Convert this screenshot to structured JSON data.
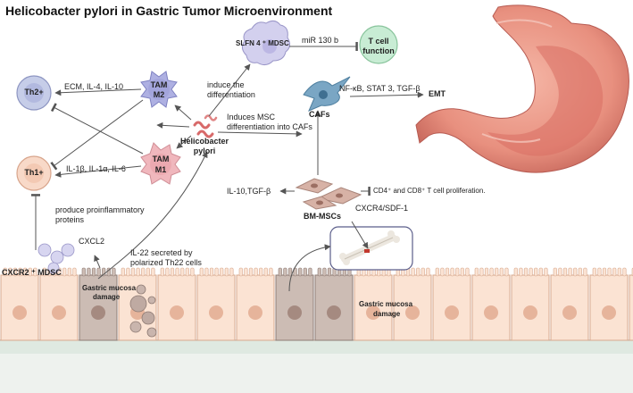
{
  "title": "Helicobacter pylori in Gastric Tumor Microenvironment",
  "cells": {
    "th2": "Th2+",
    "th1": "Th1+",
    "tam_m2_line1": "TAM",
    "tam_m2_line2": "M2",
    "tam_m1_line1": "TAM",
    "tam_m1_line2": "M1",
    "hp_line1": "Helicobacter",
    "hp_line2": "pylori",
    "slfn4": "SLFN 4 ⁺ MDSC",
    "tcell_line1": "T cell",
    "tcell_line2": "function",
    "cafs": "CAFs",
    "bm_mscs": "BM-MSCs",
    "cxcr2": "CXCR2 ⁺ MDSC"
  },
  "labels": {
    "ecm": "ECM, IL-4, IL-10",
    "il1": "IL-1β, IL-1α, IL-6",
    "induce_diff_1": "induce the",
    "induce_diff_2": "differentiation",
    "msc_1": "Induces MSC",
    "msc_2": "differentiation into CAFs",
    "mir": "miR 130 b",
    "nfkb": "NF-κB, STAT 3, TGF-β",
    "emt": "EMT",
    "il10tgf": "IL-10,TGF-β",
    "cd4": "CD4⁺ and CD8⁺ T cell proliferation.",
    "cxcr4": "CXCR4/SDF-1",
    "proinf_1": "produce proinflammatory",
    "proinf_2": "proteins",
    "cxcl2": "CXCL2",
    "il22_1": "IL-22 secreted by",
    "il22_2": "polarized Th22 cells",
    "damage1_1": "Gastric mucosa",
    "damage1_2": "damage",
    "damage2_1": "Gastric mucosa",
    "damage2_2": "damage"
  },
  "colors": {
    "th2_fill": "#c6cde8",
    "th1_fill": "#f8d9c8",
    "tam_m2_fill": "#aeb0e2",
    "tam_m1_fill": "#f0b7bd",
    "slfn4_fill": "#d3d0ee",
    "tcell_fill": "#c8ecd4",
    "caf_fill": "#7aa6c4",
    "msc_fill": "#d7b2a6",
    "epithelium_fill": "#fbe3d3",
    "damaged_cell_fill": "#ccbcb4",
    "stomach_fill": "#e58f80",
    "mucosa_base": "#e7eee8"
  }
}
